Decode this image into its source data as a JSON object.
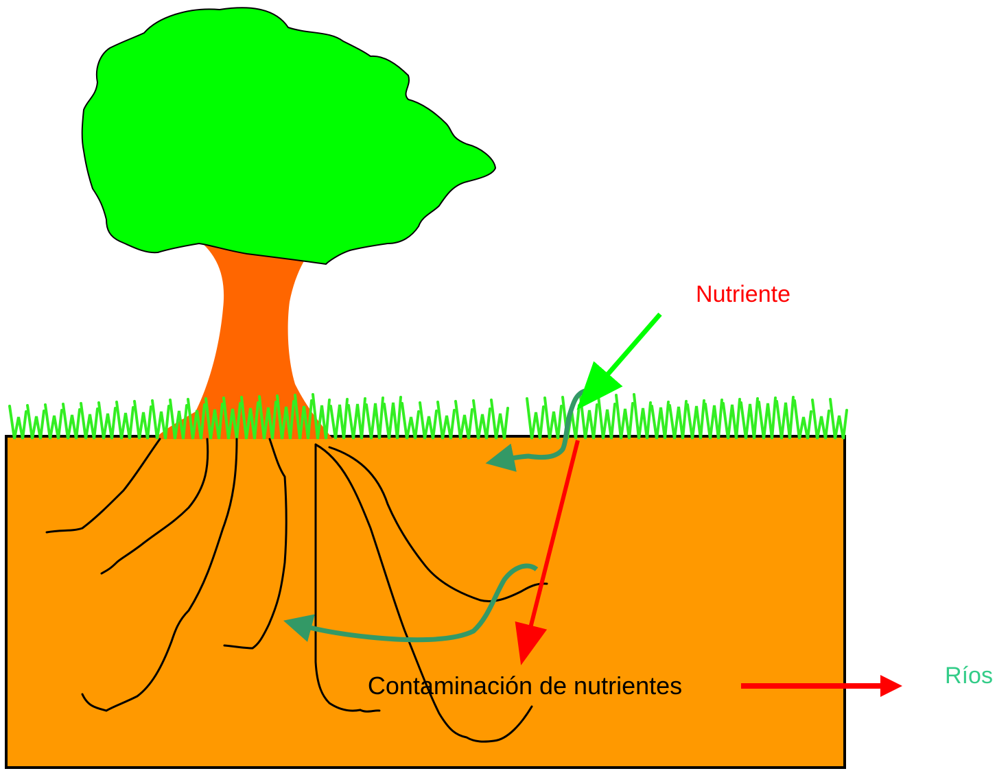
{
  "labels": {
    "nutriente": "Nutriente",
    "contaminacion": "Contaminación de nutrientes",
    "rios": "Ríos"
  },
  "colors": {
    "soil": "#ff9900",
    "soil_border": "#000000",
    "canopy": "#00ff00",
    "trunk": "#ff6600",
    "grass": "#33ee22",
    "roots": "#000000",
    "nutrient_input_arrow": "#00ff00",
    "leaching_arrow": "#ff0000",
    "uptake_arrow": "#339966",
    "nutriente_text": "#ff0000",
    "rios_text": "#33cc88",
    "body_text": "#000000"
  }
}
